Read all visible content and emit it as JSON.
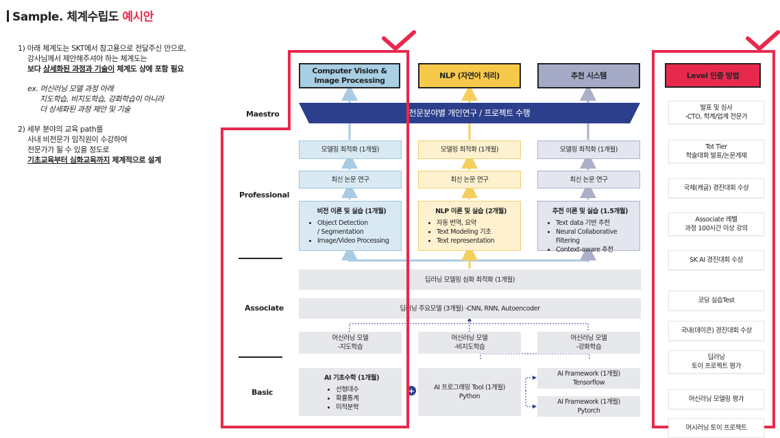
{
  "title": {
    "main": "Sample. 체계수립도",
    "highlight": "예시안"
  },
  "notes": {
    "n1_line1": "1) 아래 체계도는 SKT에서 참고용으로 전달주신 안으로,",
    "n1_line2": "강사님께서 제안해주셔야 하는 체계도는",
    "n1_line3_a": "보다 ",
    "n1_line3_b": "상세화된 과정과 기술이",
    "n1_line3_c": " 체계도 상에 포함 필요",
    "ex_line1": "ex. 머신러닝 모델 과정 아래",
    "ex_line2": "지도학습, 비지도학습, 강화학습이 아니라",
    "ex_line3": "더 상세화된 과정 제안 및 기술",
    "n2_line1": "2) 세부 분야의 교육 path를",
    "n2_line2": "사내 비전문가 임직원이 수강하여",
    "n2_line3": "전문가가 될 수 있을 정도로",
    "n2_line4_a": "기초교육부터 심화교육까지",
    "n2_line4_b": " 체계적으로 설계"
  },
  "levels": {
    "maestro": "Maestro",
    "professional": "Professional",
    "associate": "Associate",
    "basic": "Basic"
  },
  "tracks": {
    "vision": {
      "head_line1": "Computer Vision &",
      "head_line2": "Image Processing",
      "opt": "모델링 최적화 (1개월)",
      "paper": "최신 논문 연구",
      "theory_title": "비전 이론 및 실습 (1개월)",
      "bullets": [
        "Object  Detection",
        "/ Segmentation",
        "Image/Video Processing"
      ]
    },
    "nlp": {
      "head": "NLP (자연어 처리)",
      "opt": "모델링 최적화 (1개월)",
      "paper": "최신 논문 연구",
      "theory_title": "NLP 이론 및 실습 (2개월)",
      "bullets": [
        "자동 번역, 요약",
        "Text Modeling 기초",
        "Text representation"
      ]
    },
    "rec": {
      "head": "추천 시스템",
      "opt": "모델링 최적화 (1개월)",
      "paper": "최신 논문 연구",
      "theory_title": "추천 이론 및 실습 (1.5개월)",
      "bullets": [
        "Text data 기반 추천",
        "Neural Collaborative Filtering",
        "Context-aware 추천"
      ]
    }
  },
  "maestro_banner": "전문분야별 개인연구 / 프로젝트 수행",
  "associate": {
    "deep_opt": "딥러닝 모델링 심화 최적화 (1개월)",
    "deep_main": "딥러닝 주요모델 (3개월) -CNN, RNN, Autoencoder",
    "ml1_line1": "머신러닝 모델",
    "ml1_line2": "-지도학습",
    "ml2_line1": "머신러닝 모델",
    "ml2_line2": "-비지도학습",
    "ml3_line1": "머신러닝 모델",
    "ml3_line2": "-강화학습"
  },
  "basic": {
    "math_title": "AI 기초수학 (1개월)",
    "math_items": [
      "선형대수",
      "확률통계",
      "미적분학"
    ],
    "plus": "+",
    "prog_line1": "AI 프로그래밍 Tool (1개월)",
    "prog_line2": "Python",
    "fw1_line1": "AI Framework (1개월)",
    "fw1_line2": "Tensorflow",
    "fw2_line1": "AI Framework (1개월)",
    "fw2_line2": "Pytorch"
  },
  "level_cert": {
    "head": "Level 인증 방법",
    "items": [
      {
        "l1": "발표 및 심사",
        "l2": "-CTO, 학계/업계 전문가"
      },
      {
        "l1": "Tot Tier",
        "l2": "학술대회 발표/논문게재"
      },
      {
        "l1": "국제(캐글) 경진대회 수상",
        "l2": ""
      },
      {
        "l1": "Associate 레벨",
        "l2": "과정 100시간 이상 강의"
      },
      {
        "l1": "SK AI 경진대회 수상",
        "l2": ""
      },
      {
        "l1": "코딩 실습Test",
        "l2": ""
      },
      {
        "l1": "국내(데이콘) 경진대회 수상",
        "l2": ""
      },
      {
        "l1": "딥러닝",
        "l2": "토이 프로젝트 평가"
      },
      {
        "l1": "머신러닝 모델링 평가",
        "l2": ""
      },
      {
        "l1": "머시러닝 토이 프로젝트",
        "l2": ""
      }
    ]
  },
  "colors": {
    "accent_red": "#e8294d",
    "vision_blue": "#d9e9f4",
    "nlp_yellow": "#fdf1cf",
    "rec_purple": "#e3e5ef",
    "navy": "#2c3f8c",
    "arrow_blue": "#a9cbe3",
    "arrow_yellow": "#f5cf5e",
    "arrow_purple": "#aab0c8"
  }
}
